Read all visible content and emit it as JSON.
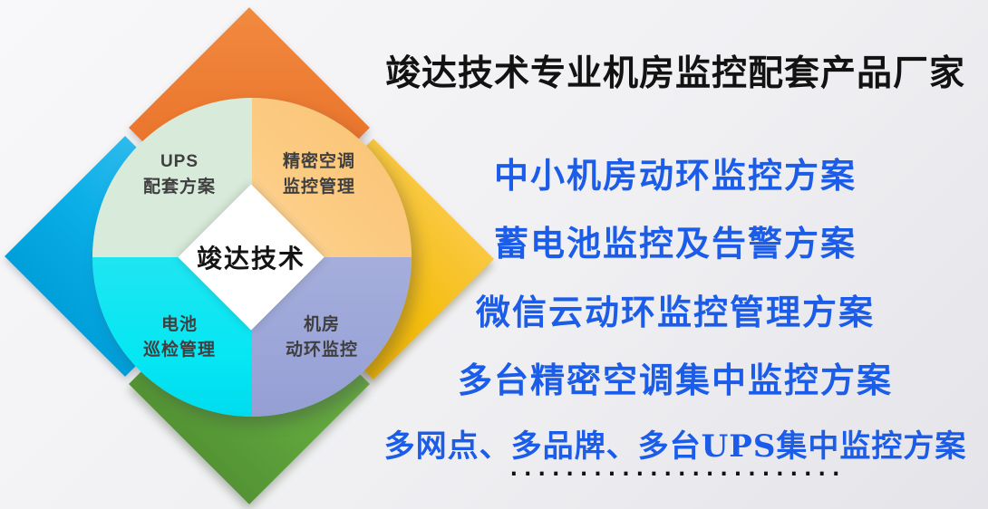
{
  "colors": {
    "background_start": "#f8f8fa",
    "background_end": "#e4e4e9",
    "petal_top_orange": "#ED7C33",
    "petal_left_blue": "#0CAFE8",
    "petal_right_yellow": "#F4BD0E",
    "petal_bottom_green": "#5FA43C",
    "quadrant_ups_green": "#D8EAD9",
    "quadrant_aircon_orange": "#FBC879",
    "quadrant_battery_cyan": "#06E7F3",
    "quadrant_room_lavender": "#9BA5D8",
    "center_diamond": "#FFFFFF",
    "quadrant_text": "#3F3F3F",
    "title_text": "#121212",
    "item_text_blue": "#1B5CE8",
    "dots_text": "#111111"
  },
  "diagram": {
    "center_label": "竣达技术",
    "quadrants": [
      {
        "name": "ups",
        "lines": [
          "UPS",
          "配套方案"
        ]
      },
      {
        "name": "precision-aircon",
        "lines": [
          "精密空调",
          "监控管理"
        ]
      },
      {
        "name": "battery",
        "lines": [
          "电池",
          "巡检管理"
        ]
      },
      {
        "name": "machine-room",
        "lines": [
          "机房",
          "动环监控"
        ]
      }
    ]
  },
  "content": {
    "title": "竣达技术专业机房监控配套产品厂家",
    "items": [
      "中小机房动环监控方案",
      "蓄电池监控及告警方案",
      "微信云动环监控管理方案",
      "多台精密空调集中监控方案",
      "多网点、多品牌、多台UPS集中监控方案"
    ],
    "ellipsis": "........................"
  }
}
